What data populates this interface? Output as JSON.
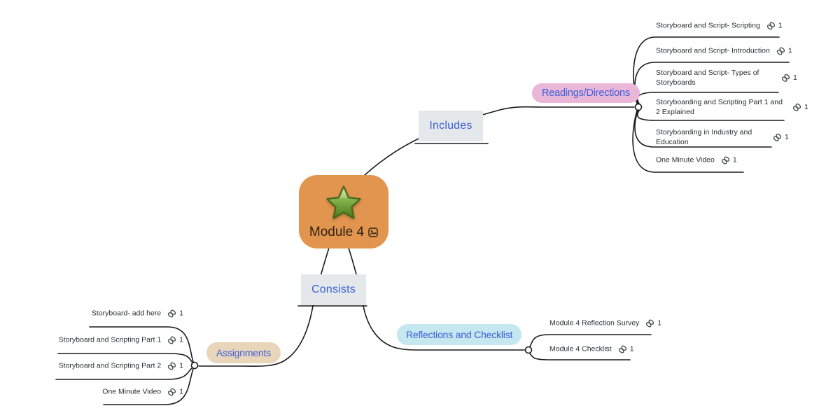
{
  "app": {
    "background_color": "#ffffff",
    "line_color": "#1a1a1a",
    "node_text_color": "#3b5ed8",
    "leaf_text_color": "#2b2e31"
  },
  "root": {
    "label": "Module 4",
    "symbol_icon": "green-star",
    "badge_icon": "image-photo",
    "bg_color": "#e2954e"
  },
  "branches": {
    "includes": {
      "label": "Includes",
      "bg_color": "#e4e8eb",
      "child": {
        "label": "Readings/Directions",
        "bg_color": "#eab7d8",
        "leaves": [
          {
            "label": "Storyboard and Script- Scripting",
            "link_count": "1"
          },
          {
            "label": "Storyboard and Script- Introduction",
            "link_count": "1"
          },
          {
            "label": "Storyboard and Script- Types of Storyboards",
            "link_count": "1"
          },
          {
            "label": "Storyboarding and Scripting Part 1 and 2 Explained",
            "link_count": "1"
          },
          {
            "label": "Storyboarding in Industry and Education",
            "link_count": "1"
          },
          {
            "label": "One Minute Video",
            "link_count": "1"
          }
        ]
      }
    },
    "consists": {
      "label": "Consists",
      "bg_color": "#e4e8eb",
      "children": [
        {
          "label": "Assignments",
          "bg_color": "#e8d5ba",
          "leaves": [
            {
              "label": "Storyboard- add here",
              "link_count": "1"
            },
            {
              "label": "Storyboard and Scripting Part 1",
              "link_count": "1"
            },
            {
              "label": "Storyboard and Scripting Part 2",
              "link_count": "1"
            },
            {
              "label": "One Minute Video",
              "link_count": "1"
            }
          ]
        },
        {
          "label": "Reflections and Checklist",
          "bg_color": "#c5e8f0",
          "leaves": [
            {
              "label": "Module 4 Reflection Survey",
              "link_count": "1"
            },
            {
              "label": "Module 4 Checklist",
              "link_count": "1"
            }
          ]
        }
      ]
    }
  }
}
